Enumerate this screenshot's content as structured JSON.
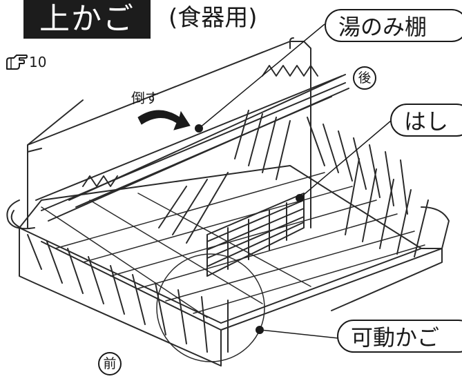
{
  "header": {
    "title": "上かご",
    "subtitle": "(食器用)",
    "reference_number": "10",
    "reference_icon": "pointing-hand-icon"
  },
  "callouts": {
    "cup_shelf": "湯のみ棚",
    "chopstick_holder": "はし",
    "movable_basket": "可動かご"
  },
  "markers": {
    "back": "後",
    "front": "前"
  },
  "action_label": "倒す"
}
